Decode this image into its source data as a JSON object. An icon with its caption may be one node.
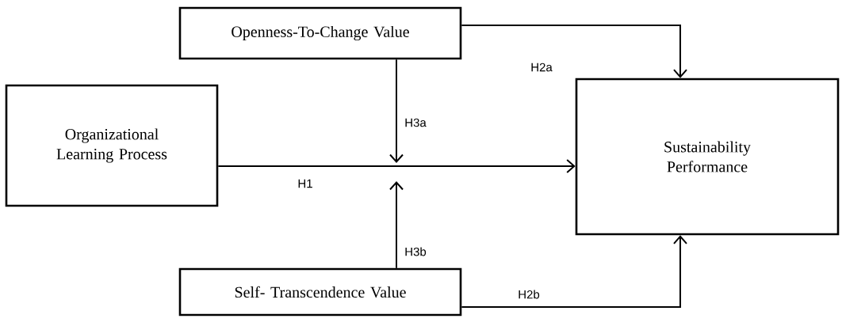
{
  "diagram": {
    "nodes": [
      {
        "text": [
          "Openness-To-Change Value"
        ]
      },
      {
        "text": [
          "Organizational Learning Process"
        ]
      },
      {
        "text": [
          "Sustainability Performance"
        ]
      },
      {
        "text": [
          "Self- Transcendence Value"
        ]
      }
    ],
    "edges": [
      {
        "from": 1,
        "to": 2,
        "arrow": "to",
        "label": "H1"
      },
      {
        "from": 0,
        "to": 2,
        "arrow": "to",
        "label": "H2a"
      },
      {
        "from": 3,
        "to": 2,
        "arrow": "to",
        "label": "H2b"
      },
      {
        "from": 0,
        "to": null,
        "arrow": "to",
        "label": "H3a"
      },
      {
        "from": 3,
        "to": null,
        "arrow": "to",
        "label": "H3b"
      }
    ]
  }
}
